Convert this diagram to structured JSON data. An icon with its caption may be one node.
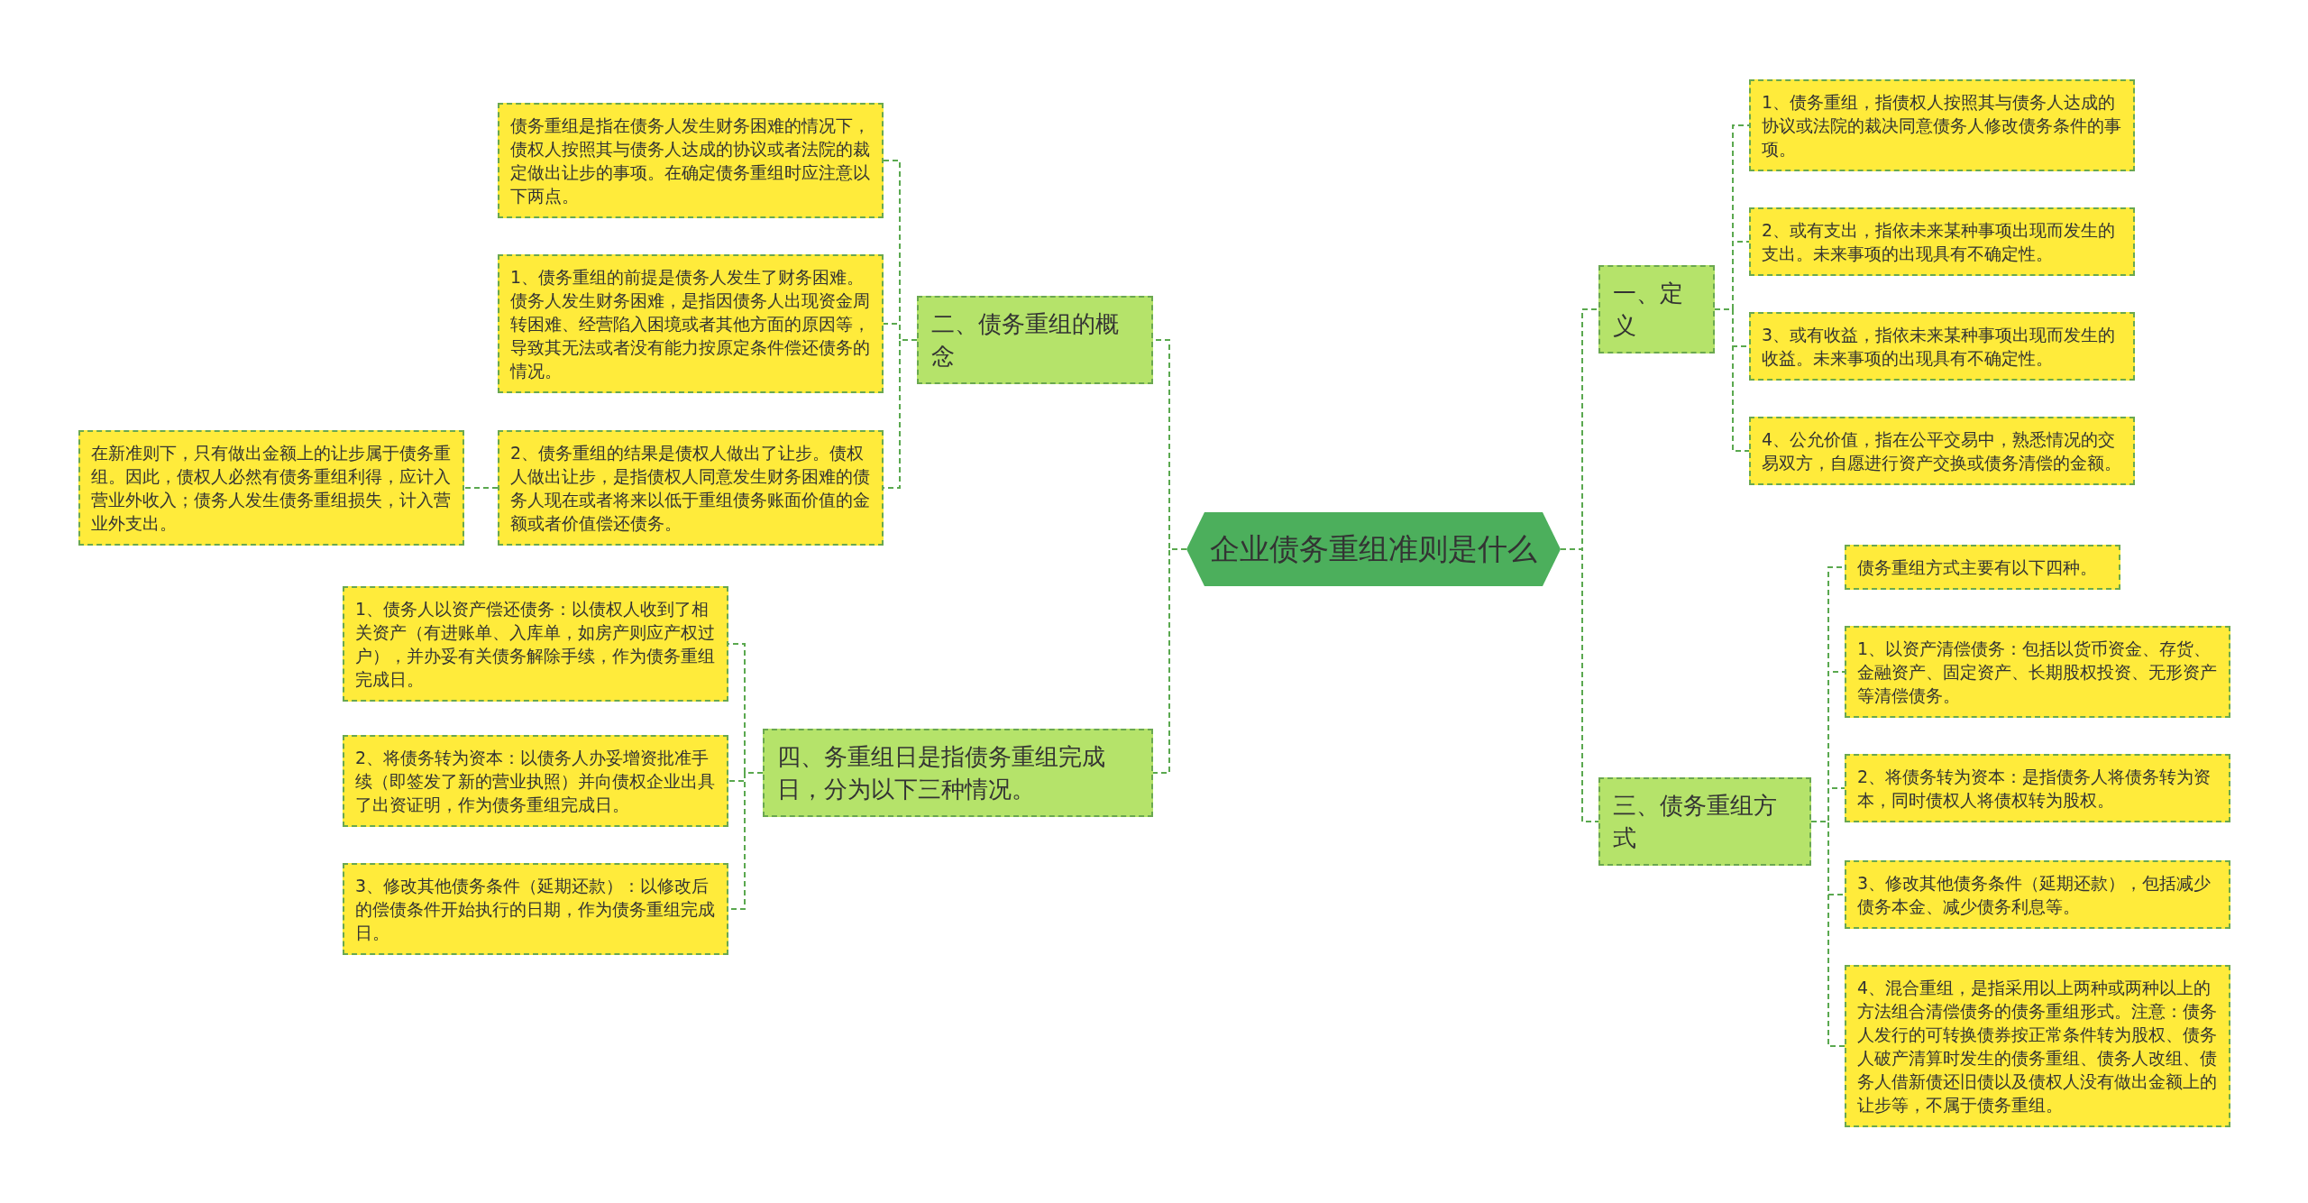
{
  "diagram": {
    "nodes": [
      {
        "text": [
          "企业债务重组准则是什么"
        ]
      },
      {
        "text": [
          "一、定义"
        ]
      },
      {
        "text": [
          "1、债务重组，指债权人按照其与债务人达成的协议或法院的裁决同意债务人修改债务条件的事项。"
        ]
      },
      {
        "text": [
          "2、或有支出，指依未来某种事项出现而发生的支出。未来事项的出现具有不确定性。"
        ]
      },
      {
        "text": [
          "3、或有收益，指依未来某种事项出现而发生的收益。未来事项的出现具有不确定性。"
        ]
      },
      {
        "text": [
          "4、公允价值，指在公平交易中，熟悉情况的交易双方，自愿进行资产交换或债务清偿的金额。"
        ]
      },
      {
        "text": [
          "三、债务重组方式"
        ]
      },
      {
        "text": [
          "债务重组方式主要有以下四种。"
        ]
      },
      {
        "text": [
          "1、以资产清偿债务：包括以货币资金、存货、金融资产、固定资产、长期股权投资、无形资产等清偿债务。"
        ]
      },
      {
        "text": [
          "2、将债务转为资本：是指债务人将债务转为资本，同时债权人将债权转为股权。"
        ]
      },
      {
        "text": [
          "3、修改其他债务条件（延期还款），包括减少债务本金、减少债务利息等。"
        ]
      },
      {
        "text": [
          "4、混合重组，是指采用以上两种或两种以上的方法组合清偿债务的债务重组形式。注意：债务人发行的可转换债券按正常条件转为股权、债务人破产清算时发生的债务重组、债务人改组、债务人借新债还旧债以及债权人没有做出金额上的让步等，不属于债务重组。"
        ]
      },
      {
        "text": [
          "二、债务重组的概念"
        ]
      },
      {
        "text": [
          "债务重组是指在债务人发生财务困难的情况下，债权人按照其与债务人达成的协议或者法院的裁定做出让步的事项。在确定债务重组时应注意以下两点。"
        ]
      },
      {
        "text": [
          "1、债务重组的前提是债务人发生了财务困难。债务人发生财务困难，是指因债务人出现资金周转困难、经营陷入困境或者其他方面的原因等，导致其无法或者没有能力按原定条件偿还债务的情况。"
        ]
      },
      {
        "text": [
          "2、债务重组的结果是债权人做出了让步。债权人做出让步，是指债权人同意发生财务困难的债务人现在或者将来以低于重组债务账面价值的金额或者价值偿还债务。"
        ]
      },
      {
        "text": [
          "在新准则下，只有做出金额上的让步属于债务重组。因此，债权人必然有债务重组利得，应计入营业外收入；债务人发生债务重组损失，计入营业外支出。"
        ]
      },
      {
        "text": [
          "四、务重组日是指债务重组完成日，分为以下三种情况。"
        ]
      },
      {
        "text": [
          "1、债务人以资产偿还债务：以债权人收到了相关资产（有进账单、入库单，如房产则应产权过户），并办妥有关债务解除手续，作为债务重组完成日。"
        ]
      },
      {
        "text": [
          "2、将债务转为资本：以债务人办妥增资批准手续（即签发了新的营业执照）并向债权企业出具了出资证明，作为债务重组完成日。"
        ]
      },
      {
        "text": [
          "3、修改其他债务条件（延期还款）：以修改后的偿债条件开始执行的日期，作为债务重组完成日。"
        ]
      }
    ],
    "edges": [
      {
        "from": 0,
        "to": 1,
        "arrow": "none"
      },
      {
        "from": 1,
        "to": 2,
        "arrow": "none"
      },
      {
        "from": 1,
        "to": 3,
        "arrow": "none"
      },
      {
        "from": 1,
        "to": 4,
        "arrow": "none"
      },
      {
        "from": 1,
        "to": 5,
        "arrow": "none"
      },
      {
        "from": 0,
        "to": 6,
        "arrow": "none"
      },
      {
        "from": 6,
        "to": 7,
        "arrow": "none"
      },
      {
        "from": 6,
        "to": 8,
        "arrow": "none"
      },
      {
        "from": 6,
        "to": 9,
        "arrow": "none"
      },
      {
        "from": 6,
        "to": 10,
        "arrow": "none"
      },
      {
        "from": 6,
        "to": 11,
        "arrow": "none"
      },
      {
        "from": 0,
        "to": 12,
        "arrow": "none"
      },
      {
        "from": 12,
        "to": 13,
        "arrow": "none"
      },
      {
        "from": 12,
        "to": 14,
        "arrow": "none"
      },
      {
        "from": 12,
        "to": 15,
        "arrow": "none"
      },
      {
        "from": 15,
        "to": 16,
        "arrow": "none"
      },
      {
        "from": 0,
        "to": 17,
        "arrow": "none"
      },
      {
        "from": 17,
        "to": 18,
        "arrow": "none"
      },
      {
        "from": 17,
        "to": 19,
        "arrow": "none"
      },
      {
        "from": 17,
        "to": 20,
        "arrow": "none"
      }
    ]
  }
}
